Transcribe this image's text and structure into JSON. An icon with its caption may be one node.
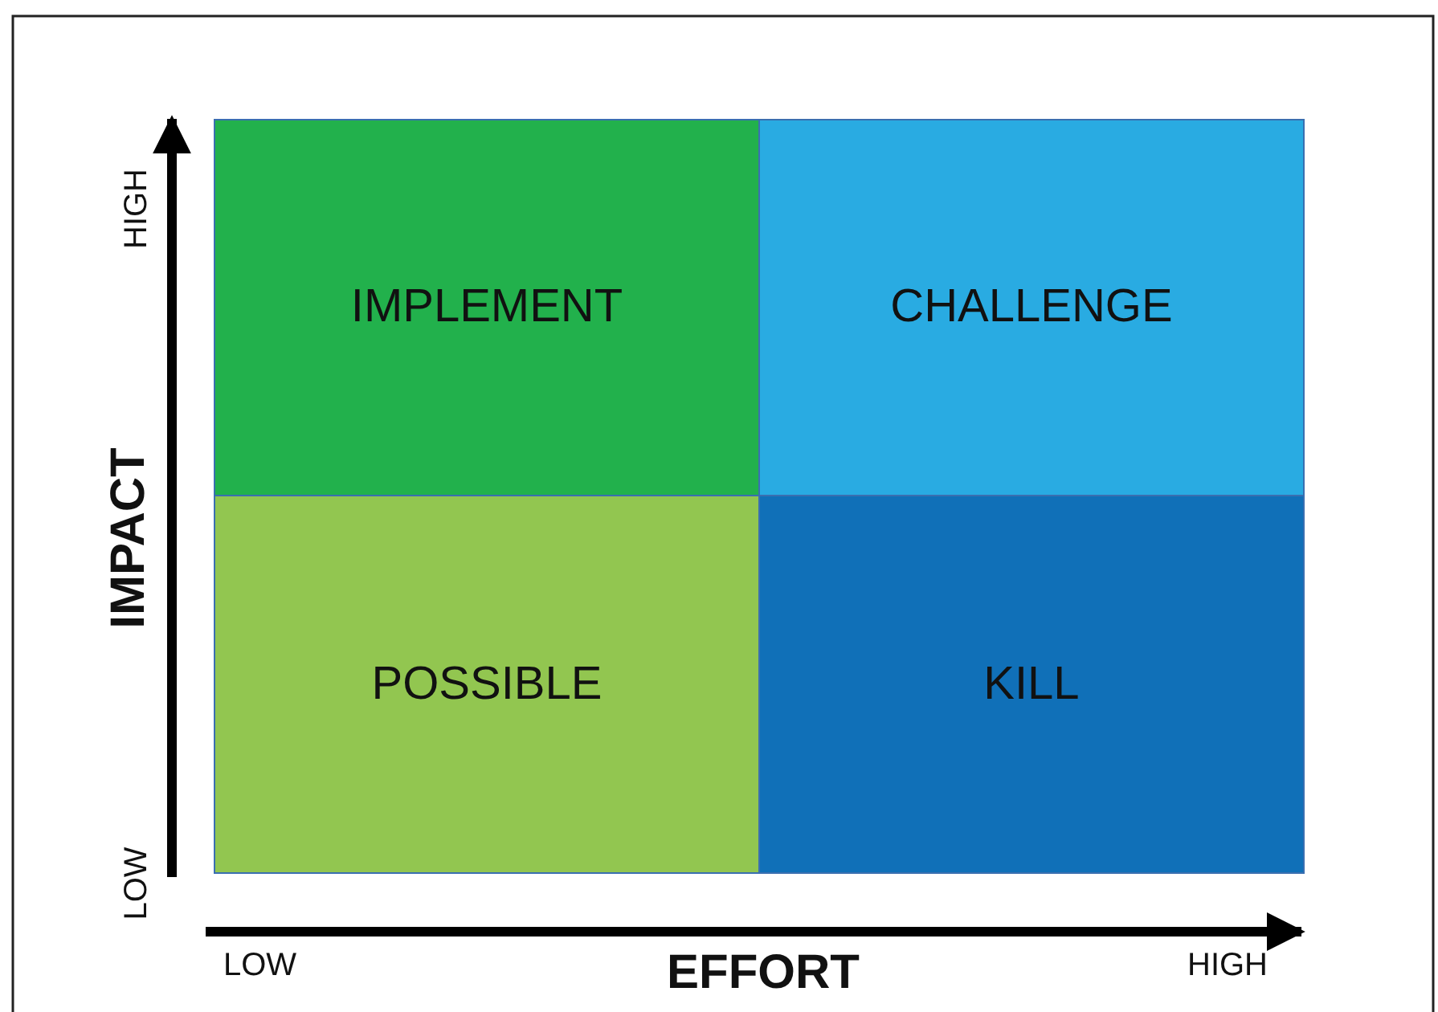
{
  "diagram": {
    "nodes": [
      {
        "text": [
          "IMPLEMENT"
        ]
      },
      {
        "text": [
          "CHALLENGE"
        ]
      },
      {
        "text": [
          "POSSIBLE"
        ]
      },
      {
        "text": [
          "KILL"
        ]
      }
    ],
    "labels": [
      "HIGH",
      "IMPACT",
      "LOW",
      "LOW",
      "EFFORT",
      "HIGH"
    ]
  }
}
